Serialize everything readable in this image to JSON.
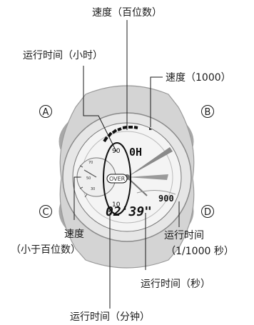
{
  "labels": {
    "speed_hundreds": "速度（百位数）",
    "run_time_hours": "运行时间（小时）",
    "speed_1000": "速度（1000）",
    "speed_line1": "速度",
    "speed_line2": "（小于百位数）",
    "run_time_ms_line1": "运行时间",
    "run_time_ms_line2": "（1/1000 秒）",
    "run_time_seconds": "运行时间（秒）",
    "run_time_minutes": "运行时间（分钟）"
  },
  "buttons": {
    "a": "A",
    "b": "B",
    "c": "C",
    "d": "D"
  },
  "display": {
    "upper_digits": "0H",
    "ms_digits": "900",
    "main_digits": "02'39\"",
    "over_label": "OVER",
    "dial_90": "90",
    "dial_10": "10",
    "sub_70": "70",
    "sub_50": "50",
    "sub_30": "30"
  },
  "colors": {
    "case_gray": "#c8c8c8",
    "button_gray": "#a8a8a8",
    "line": "#1a1a1a"
  }
}
